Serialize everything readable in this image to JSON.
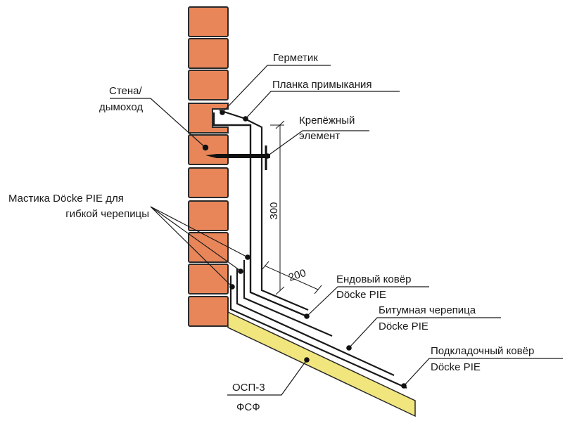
{
  "colors": {
    "brick": "#e8865a",
    "osb": "#f1e57d",
    "line": "#1a1a1a"
  },
  "labels": {
    "sealant": "Герметик",
    "flashing_strip": "Планка примыкания",
    "wall_line1": "Стена/",
    "wall_line2": "дымоход",
    "fastener_line1": "Крепёжный",
    "fastener_line2": "элемент",
    "mastic_line1": "Мастика Döcke PIE для",
    "mastic_line2": "гибкой черепицы",
    "valley_line1": "Ендовый ковёр",
    "valley_line2": "Döcke PIE",
    "shingles_line1": "Битумная черепица",
    "shingles_line2": "Döcke PIE",
    "underlay_line1": "Подкладочный ковёр",
    "underlay_line2": "Döcke PIE",
    "osb_line1": "ОСП-3",
    "osb_line2": "ФСФ"
  },
  "dimensions": {
    "vertical": "300",
    "horizontal": "200"
  }
}
